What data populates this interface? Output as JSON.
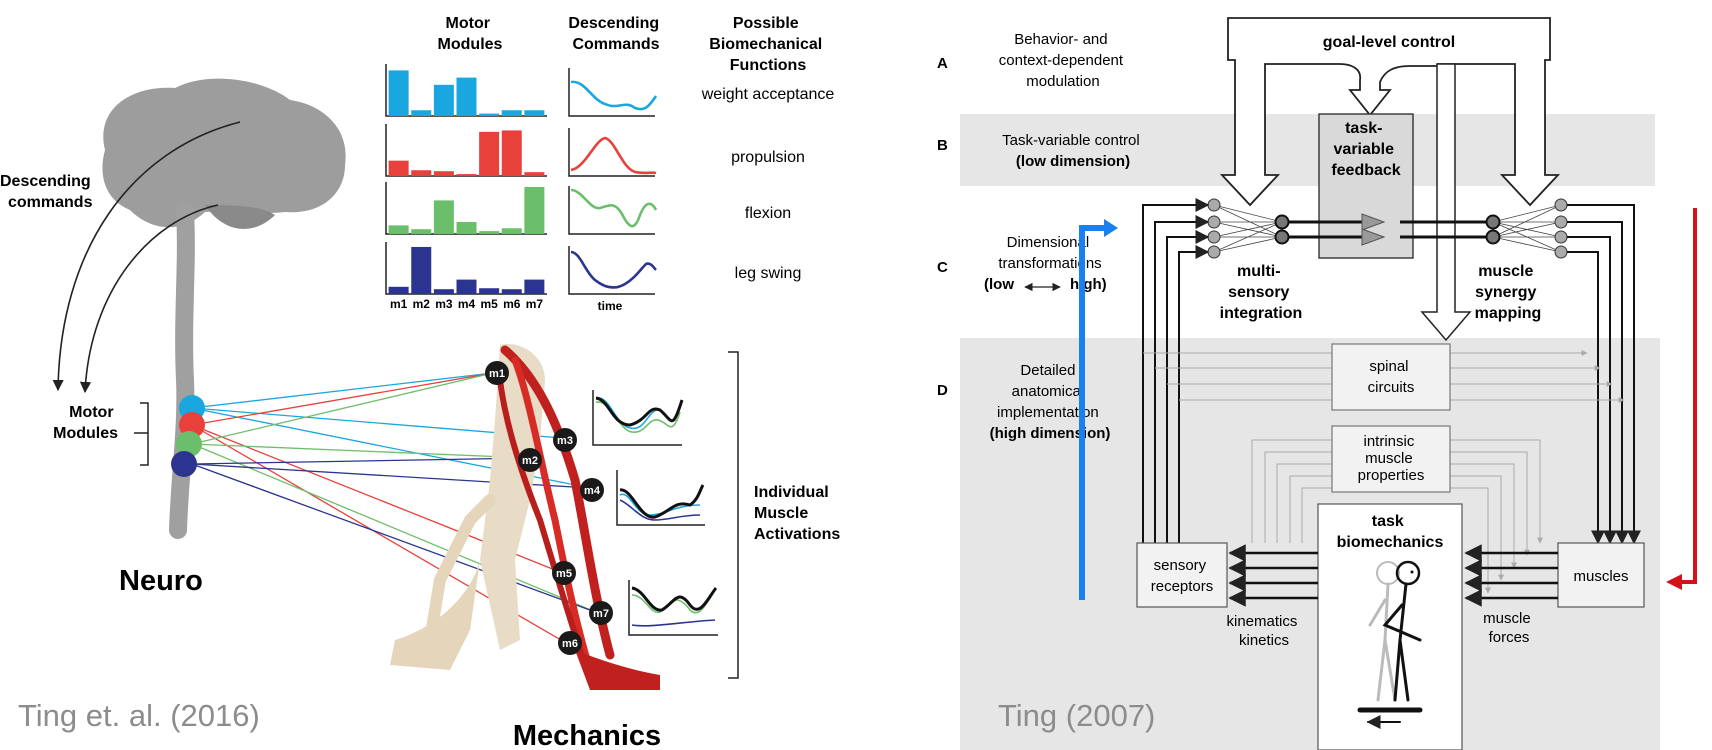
{
  "left": {
    "descending_commands": [
      "Descending",
      "commands"
    ],
    "headers": {
      "motor_modules": [
        "Motor",
        "Modules"
      ],
      "descending_commands": [
        "Descending",
        "Commands"
      ],
      "functions": [
        "Possible",
        "Biomechanical",
        "Functions"
      ]
    },
    "functions": [
      "weight acceptance",
      "propulsion",
      "flexion",
      "leg swing"
    ],
    "muscle_ticks": [
      "m1",
      "m2",
      "m3",
      "m4",
      "m5",
      "m6",
      "m7"
    ],
    "time_label": "time",
    "motor_modules_label": [
      "Motor",
      "Modules"
    ],
    "neuro_label": "Neuro",
    "mechanics_label": "Mechanics",
    "activations_label": [
      "Individual",
      "Muscle",
      "Activations"
    ],
    "leg_muscle_labels": [
      "m1",
      "m3",
      "m2",
      "m4",
      "m5",
      "m7",
      "m6"
    ],
    "citation": "Ting et. al. (2016)",
    "module_colors": [
      "#1aa7e0",
      "#e8413c",
      "#6cbf6a",
      "#2b3590"
    ],
    "module_bars": [
      [
        0.95,
        0.12,
        0.65,
        0.8,
        0.05,
        0.12,
        0.12
      ],
      [
        0.32,
        0.12,
        0.1,
        0.04,
        0.92,
        0.95,
        0.08
      ],
      [
        0.18,
        0.1,
        0.7,
        0.25,
        0.06,
        0.12,
        0.98
      ],
      [
        0.15,
        0.98,
        0.1,
        0.3,
        0.12,
        0.1,
        0.3
      ]
    ]
  },
  "right": {
    "row_letters": [
      "A",
      "B",
      "C",
      "D"
    ],
    "row_a": [
      "Behavior- and",
      "context-dependent",
      "modulation"
    ],
    "goal_level": "goal-level control",
    "task_variable_feedback": [
      "task-",
      "variable",
      "feedback"
    ],
    "row_b": [
      "Task-variable control",
      "(low dimension)"
    ],
    "row_c": [
      "Dimensional",
      "transformations",
      "(low",
      "high)"
    ],
    "multisensory": [
      "multi-",
      "sensory",
      "integration"
    ],
    "synergy": [
      "muscle",
      "synergy",
      "mapping"
    ],
    "row_d": [
      "Detailed",
      "anatomical",
      "implementation",
      "(high dimension)"
    ],
    "spinal": [
      "spinal",
      "circuits"
    ],
    "intrinsic": [
      "intrinsic",
      "muscle",
      "properties"
    ],
    "task_bio": [
      "task",
      "biomechanics"
    ],
    "sensory": [
      "sensory",
      "receptors"
    ],
    "muscles": "muscles",
    "kinematics": [
      "kinematics",
      "kinetics"
    ],
    "muscle_forces": [
      "muscle",
      "forces"
    ],
    "citation": "Ting (2007)",
    "arrow_colors": {
      "blue": "#1a7ff0",
      "red": "#d0141a"
    }
  }
}
